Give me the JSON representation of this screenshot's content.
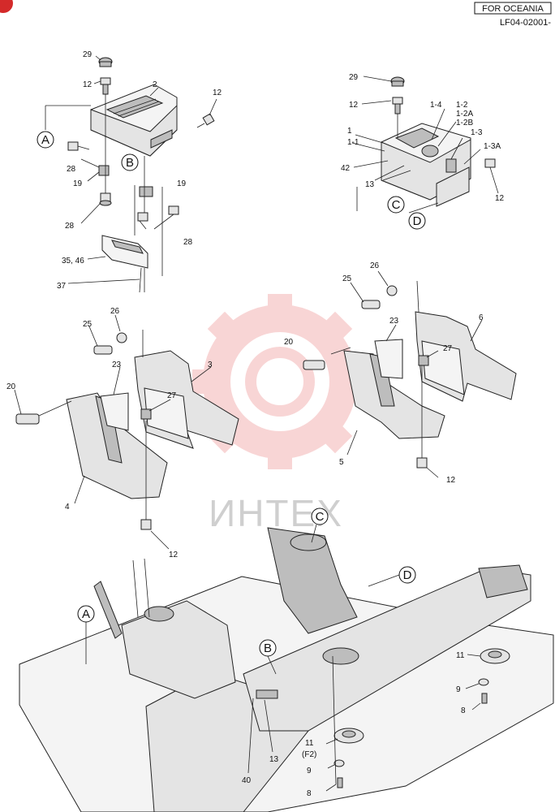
{
  "header": {
    "region_box": "FOR OCEANIA",
    "sheet_code": "LF04-02001-"
  },
  "watermark": "ИНТЕХ",
  "callouts": {
    "A": "A",
    "B": "B",
    "C": "C",
    "D": "D"
  },
  "parts": {
    "p29a": "29",
    "p12a": "12",
    "p2": "2",
    "p12b": "12",
    "p28a": "28",
    "p19a": "19",
    "p28b": "28",
    "p19b": "19",
    "p28c": "28",
    "p3546": "35, 46",
    "p37": "37",
    "p29b": "29",
    "p12c": "12",
    "p1_4": "1-4",
    "p1_2": "1-2",
    "p1_2A": "1-2A",
    "p1_2B": "1-2B",
    "p1": "1",
    "p1_1": "1-1",
    "p1_3": "1-3",
    "p1_3A": "1-3A",
    "p42": "42",
    "p13a": "13",
    "p12d": "12",
    "p26a": "26",
    "p25a": "25",
    "p23a": "23",
    "p6": "6",
    "p20a": "20",
    "p27a": "27",
    "p5": "5",
    "p12e": "12",
    "p26b": "26",
    "p25b": "25",
    "p23b": "23",
    "p3": "3",
    "p20b": "20",
    "p27b": "27",
    "p4": "4",
    "p12f": "12",
    "p11a": "11",
    "p9a": "9",
    "p8a": "8",
    "p11b": "11",
    "pF2": "(F2)",
    "p9b": "9",
    "p8b": "8",
    "p40": "40",
    "p13b": "13"
  },
  "colors": {
    "watermark_gear": "#f3b4b4",
    "corner_badge": "#d42a2a"
  }
}
